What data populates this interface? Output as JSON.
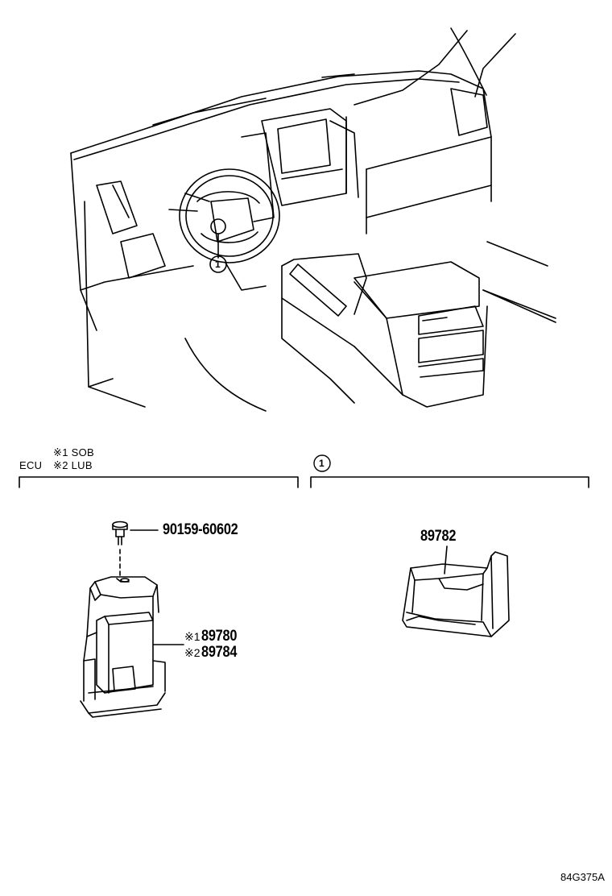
{
  "header": {
    "variant_1": "※1 SOB",
    "variant_2": "※2 LUB",
    "ecu_label": "ECU"
  },
  "callouts": {
    "ref_1": "1"
  },
  "parts": {
    "bolt": "90159-60602",
    "ecu_1_mark": "※1",
    "ecu_1": "89780",
    "ecu_2_mark": "※2",
    "ecu_2": "89784",
    "bracket": "89782"
  },
  "footer": {
    "diagram_code": "84G375A"
  }
}
